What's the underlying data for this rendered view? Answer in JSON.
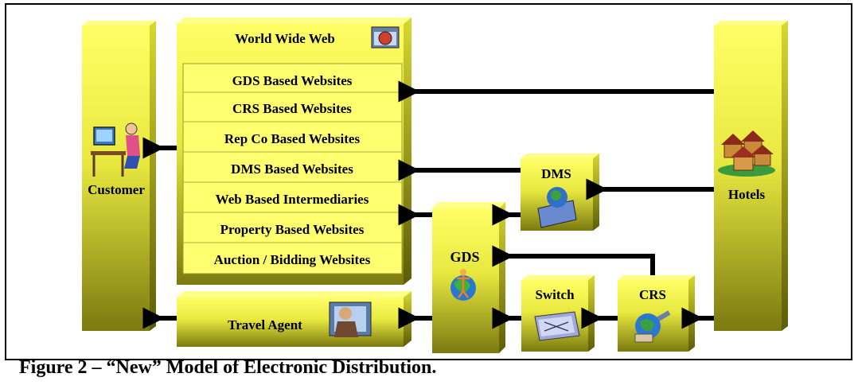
{
  "diagram": {
    "customer_label": "Customer",
    "hotels_label": "Hotels",
    "www_title": "World Wide Web",
    "websites": [
      "GDS Based Websites",
      "CRS Based Websites",
      "Rep Co Based Websites",
      "DMS Based Websites",
      "Web Based Intermediaries",
      "Property Based Websites",
      "Auction / Bidding Websites"
    ],
    "dms_label": "DMS",
    "gds_label": "GDS",
    "switch_label": "Switch",
    "crs_label": "CRS",
    "travel_agent_label": "Travel Agent",
    "colors": {
      "box_top": "#ffff60",
      "box_bottom": "#8a8a18",
      "box_right_face": "#b3b320",
      "arrow": "#000000"
    },
    "icons": [
      "computer-user-icon",
      "globe-browser-icon",
      "houses-icon",
      "globe-map-icon",
      "globe-figure-icon",
      "network-switch-icon",
      "satellite-globe-icon",
      "agent-person-icon"
    ]
  },
  "caption": "Figure 2 – “New” Model of Electronic Distribution."
}
